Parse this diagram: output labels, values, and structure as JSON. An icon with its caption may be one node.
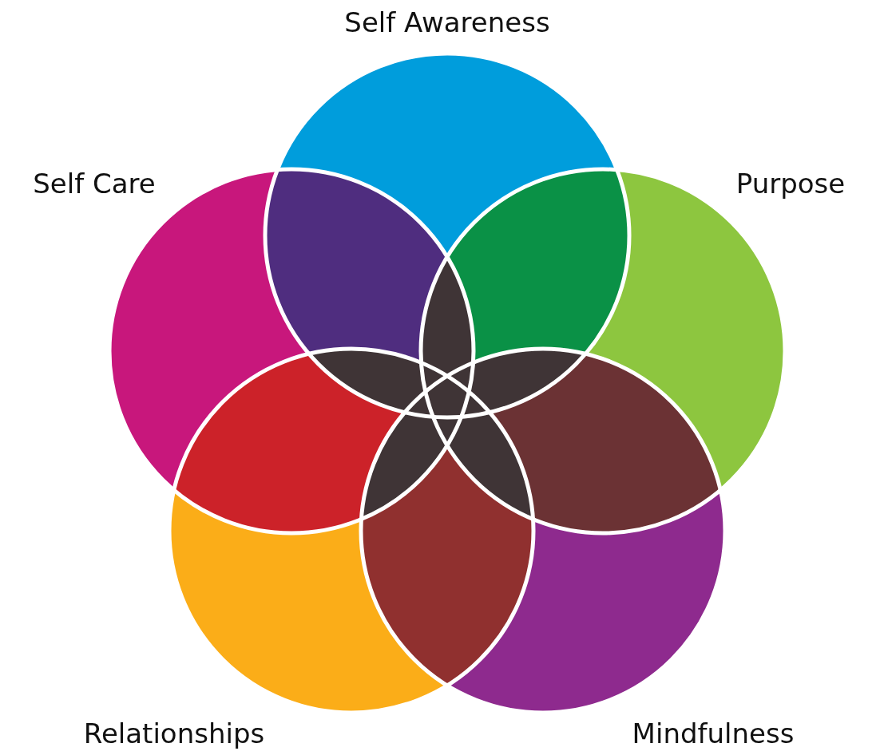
{
  "diagram": {
    "nodes": [
      {
        "text": [
          "Self Awareness"
        ]
      },
      {
        "text": [
          "Self Care"
        ]
      },
      {
        "text": [
          "Purpose"
        ]
      },
      {
        "text": [
          "Relationships"
        ]
      },
      {
        "text": [
          "Mindfulness"
        ]
      }
    ]
  }
}
